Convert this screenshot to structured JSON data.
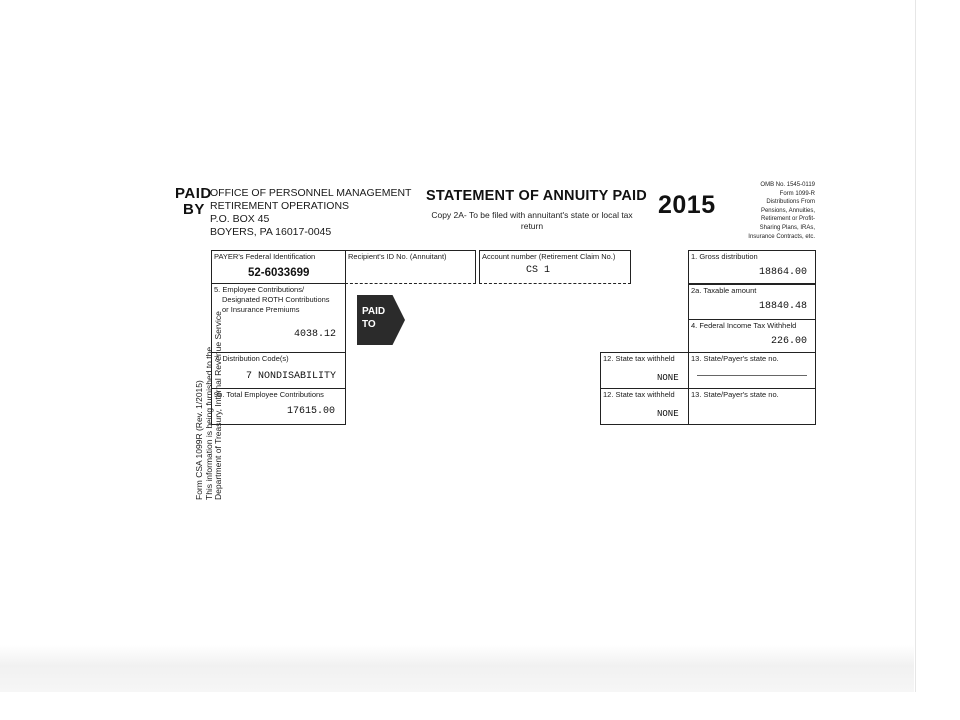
{
  "payer": {
    "paid_by": [
      "PAID",
      "BY"
    ],
    "address_lines": [
      "OFFICE OF PERSONNEL MANAGEMENT",
      "RETIREMENT OPERATIONS",
      "P.O. BOX 45",
      "BOYERS, PA 16017-0045"
    ]
  },
  "form": {
    "title": "STATEMENT OF ANNUITY PAID",
    "copy_note": "Copy 2A- To be filed with annuitant's state or local tax return",
    "year": "2015",
    "omb_lines": [
      "OMB No. 1545-0119",
      "Form 1099-R",
      "Distributions From",
      "Pensions, Annuities,",
      "Retirement or Profit-",
      "Sharing Plans, IRAs,",
      "Insurance Contracts, etc."
    ]
  },
  "side_notice": {
    "lines": [
      "Form CSA 1099R (Rev. 1/2015)",
      "This information is being furnished to the",
      "Department of Treasury, Internal Revenue Service"
    ]
  },
  "boxes": {
    "payer_federal_id": {
      "label": "PAYER's Federal Identification",
      "value": "52-6033699"
    },
    "recipient_id": {
      "label": "Recipient's ID No. (Annuitant)",
      "value": ""
    },
    "account_number": {
      "label": "Account number (Retirement Claim No.)",
      "value": "CS 1"
    },
    "gross_distribution": {
      "label": "1. Gross distribution",
      "value": "18864.00"
    },
    "taxable_amount": {
      "label": "2a. Taxable amount",
      "value": "18840.48"
    },
    "employee_contributions": {
      "label_lines": [
        "5. Employee Contributions/",
        "Designated ROTH Contributions",
        "or Insurance Premiums"
      ],
      "value": "4038.12"
    },
    "federal_tax_withheld": {
      "label": "4. Federal Income Tax Withheld",
      "value": "226.00"
    },
    "distribution_code": {
      "label": "7. Distribution Code(s)",
      "value": "7 NONDISABILITY"
    },
    "total_employee_contributions": {
      "label": "9b. Total Employee Contributions",
      "value": "17615.00"
    },
    "state_tax_withheld_1": {
      "label": "12. State tax withheld",
      "value": "NONE"
    },
    "state_payer_no_1": {
      "label": "13. State/Payer's state no."
    },
    "state_tax_withheld_2": {
      "label": "12. State tax withheld",
      "value": "NONE"
    },
    "state_payer_no_2": {
      "label": "13. State/Payer's state no."
    }
  },
  "paid_to": {
    "lines": [
      "PAID",
      "TO"
    ]
  }
}
